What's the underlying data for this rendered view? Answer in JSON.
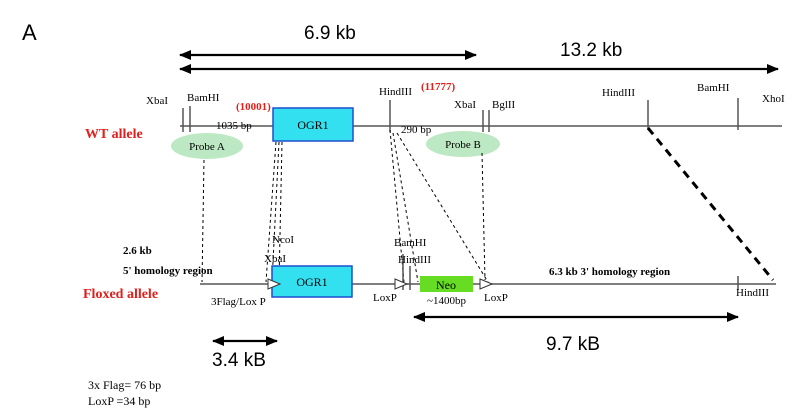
{
  "panel_label": "A",
  "colors": {
    "line": "#555555",
    "red_label": "#e0201c",
    "gene_fill": "#33e0f0",
    "gene_stroke": "#1f4fd0",
    "neo_fill": "#66dd22",
    "probe_fill": "#bde8c4"
  },
  "top_arrows": {
    "arrow_1": "6.9 kb",
    "arrow_2": "13.2 kb"
  },
  "wt_allele": {
    "label": "WT allele",
    "gene": "OGR1",
    "sites": {
      "xbai_left": "XbaI",
      "bamhi_left": "BamHI",
      "hindiii": "HindIII",
      "xbai_right": "XbaI",
      "bglii": "BglII",
      "hindiii_far": "HindIII",
      "bamhi_right": "BamHI",
      "xhoi": "XhoI"
    },
    "positions": {
      "pos_1": "(10001)",
      "pos_2": "(11777)"
    },
    "bp_left": "1035 bp",
    "bp_right": "290 bp",
    "probe_a": "Probe A",
    "probe_b": "Probe B"
  },
  "floxed_allele": {
    "label": "Floxed allele",
    "gene": "OGR1",
    "neo": "Neo",
    "neo_size": "~1400bp",
    "homology_5_size": "2.6 kb",
    "homology_5": "5' homology region",
    "homology_3": "6.3 kb 3' homology region",
    "ncoi": "NcoI",
    "xbai": "XbaI",
    "bamhi": "BamHI",
    "hindiii": "HindIII",
    "hindiii_end": "HindIII",
    "flag_loxp": "3Flag/Lox P",
    "loxp_1": "LoxP",
    "loxp_2": "LoxP"
  },
  "bottom_arrows": {
    "arrow_1": "3.4 kB",
    "arrow_2": "9.7 kB"
  },
  "notes": {
    "line_1": "3x Flag= 76 bp",
    "line_2": "LoxP =34 bp"
  }
}
